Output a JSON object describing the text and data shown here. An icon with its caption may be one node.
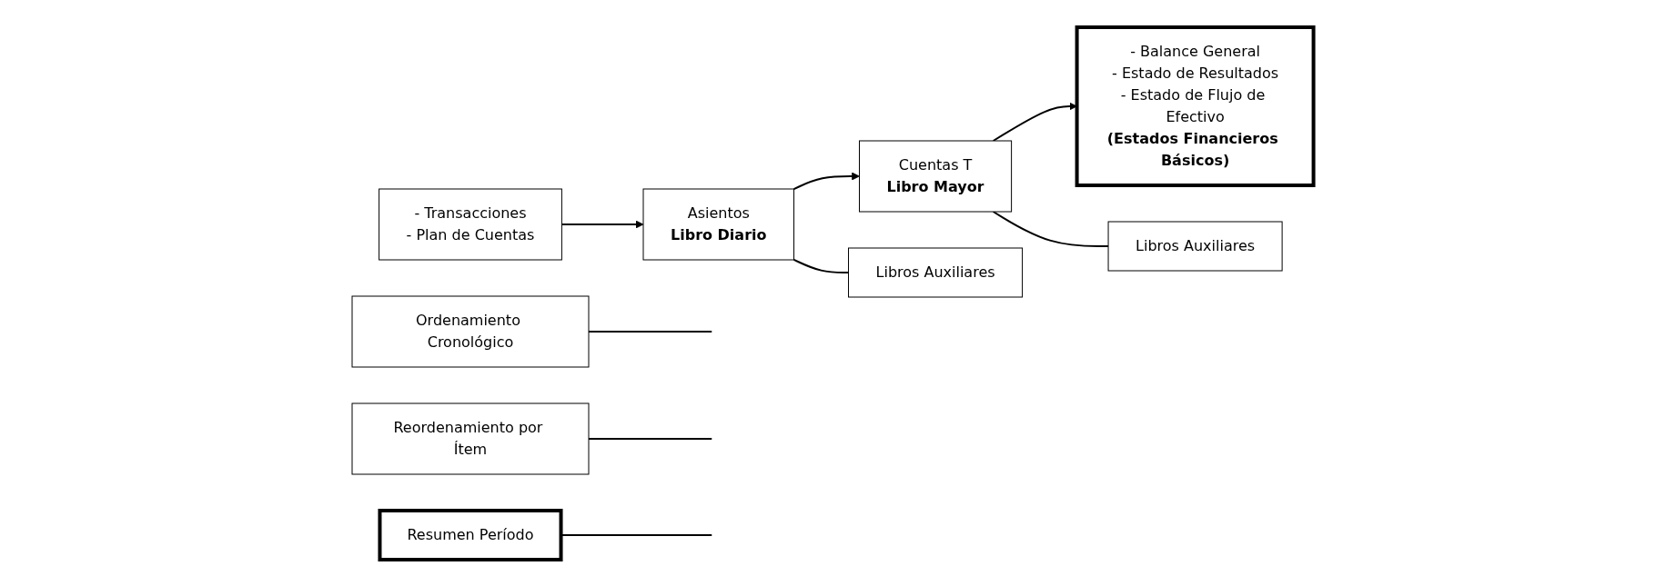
{
  "diagram": {
    "nodes": [
      {
        "text": [
          "- Transacciones",
          "- Plan de Cuentas"
        ]
      },
      {
        "text": [
          "Ordenamiento Cronológico"
        ]
      },
      {
        "text": [
          "Asientos",
          "Libro Diario"
        ]
      },
      {
        "text": [
          "Reordenamiento por Ítem"
        ]
      },
      {
        "text": [
          "Cuentas T",
          "Libro Mayor"
        ]
      },
      {
        "text": [
          "Resumen Período"
        ]
      },
      {
        "text": [
          "- Balance General",
          "- Estado de Resultados",
          "- Estado de Flujo de Efectivo",
          "(Estados Financieros Básicos)"
        ]
      },
      {
        "text": [
          "Libros Auxiliares"
        ]
      },
      {
        "text": [
          "Libros Auxiliares"
        ]
      }
    ],
    "edges": [
      {
        "from": 0,
        "to": 2,
        "arrow": "to"
      },
      {
        "from": 2,
        "to": 4,
        "arrow": "to"
      },
      {
        "from": 4,
        "to": 6,
        "arrow": "to"
      },
      {
        "from": 1,
        "to": null,
        "arrow": "none"
      },
      {
        "from": 3,
        "to": null,
        "arrow": "none"
      },
      {
        "from": 5,
        "to": null,
        "arrow": "none"
      },
      {
        "from": 2,
        "to": 7,
        "arrow": "none"
      },
      {
        "from": 4,
        "to": 8,
        "arrow": "none"
      }
    ]
  }
}
